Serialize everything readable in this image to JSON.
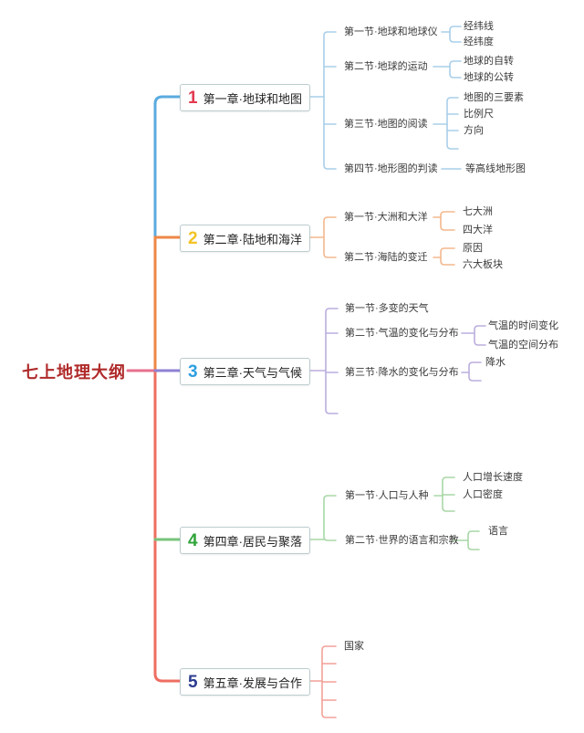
{
  "root": {
    "label": "七上地理大纲"
  },
  "palette": {
    "root_text": "#b02a2a",
    "root_line": "#e8708c",
    "trunk_top": "#5aabdf",
    "trunk_mid": "#ee8747",
    "trunk_bottom": "#ee6e62"
  },
  "chapters": [
    {
      "num": "1",
      "title": "第一章·地球和地图",
      "num_color": "#e23a50",
      "line_color": "#5aabdf",
      "branch_color": "#a9cfe9",
      "sections": [
        {
          "title": "第一节·地球和地球仪",
          "leaves": [
            "经纬线",
            "经纬度"
          ]
        },
        {
          "title": "第二节·地球的运动",
          "leaves": [
            "地球的自转",
            "地球的公转"
          ]
        },
        {
          "title": "第三节·地图的阅读",
          "leaves": [
            "地图的三要素",
            "比例尺",
            "方向"
          ]
        },
        {
          "title": "第四节·地形图的判读",
          "leaves": [
            "等高线地形图"
          ]
        }
      ]
    },
    {
      "num": "2",
      "title": "第二章·陆地和海洋",
      "num_color": "#f3c325",
      "line_color": "#ee8747",
      "branch_color": "#f3b88e",
      "sections": [
        {
          "title": "第一节·大洲和大洋",
          "leaves": [
            "七大洲",
            "四大洋"
          ]
        },
        {
          "title": "第二节·海陆的变迁",
          "leaves": [
            "原因",
            "六大板块"
          ]
        }
      ]
    },
    {
      "num": "3",
      "title": "第三章·天气与气候",
      "num_color": "#2d9fe0",
      "line_color": "#8f81d3",
      "branch_color": "#bbaede",
      "sections": [
        {
          "title": "第一节·多变的天气",
          "leaves": []
        },
        {
          "title": "第二节·气温的变化与分布",
          "leaves": [
            "气温的时间变化",
            "气温的空间分布"
          ]
        },
        {
          "title": "第三节·降水的变化与分布",
          "leaves": [
            "降水"
          ]
        }
      ]
    },
    {
      "num": "4",
      "title": "第四章·居民与聚落",
      "num_color": "#2fa43a",
      "line_color": "#77c47b",
      "branch_color": "#a8d7a6",
      "sections": [
        {
          "title": "第一节·人口与人种",
          "leaves": [
            "人口增长速度",
            "人口密度"
          ]
        },
        {
          "title": "第二节·世界的语言和宗教",
          "leaves": [
            "语言"
          ]
        }
      ]
    },
    {
      "num": "5",
      "title": "第五章·发展与合作",
      "num_color": "#2c3c8f",
      "line_color": "#ee6e62",
      "branch_color": "#f2a198",
      "sections": [
        {
          "title": "国家",
          "leaves": []
        }
      ]
    }
  ]
}
